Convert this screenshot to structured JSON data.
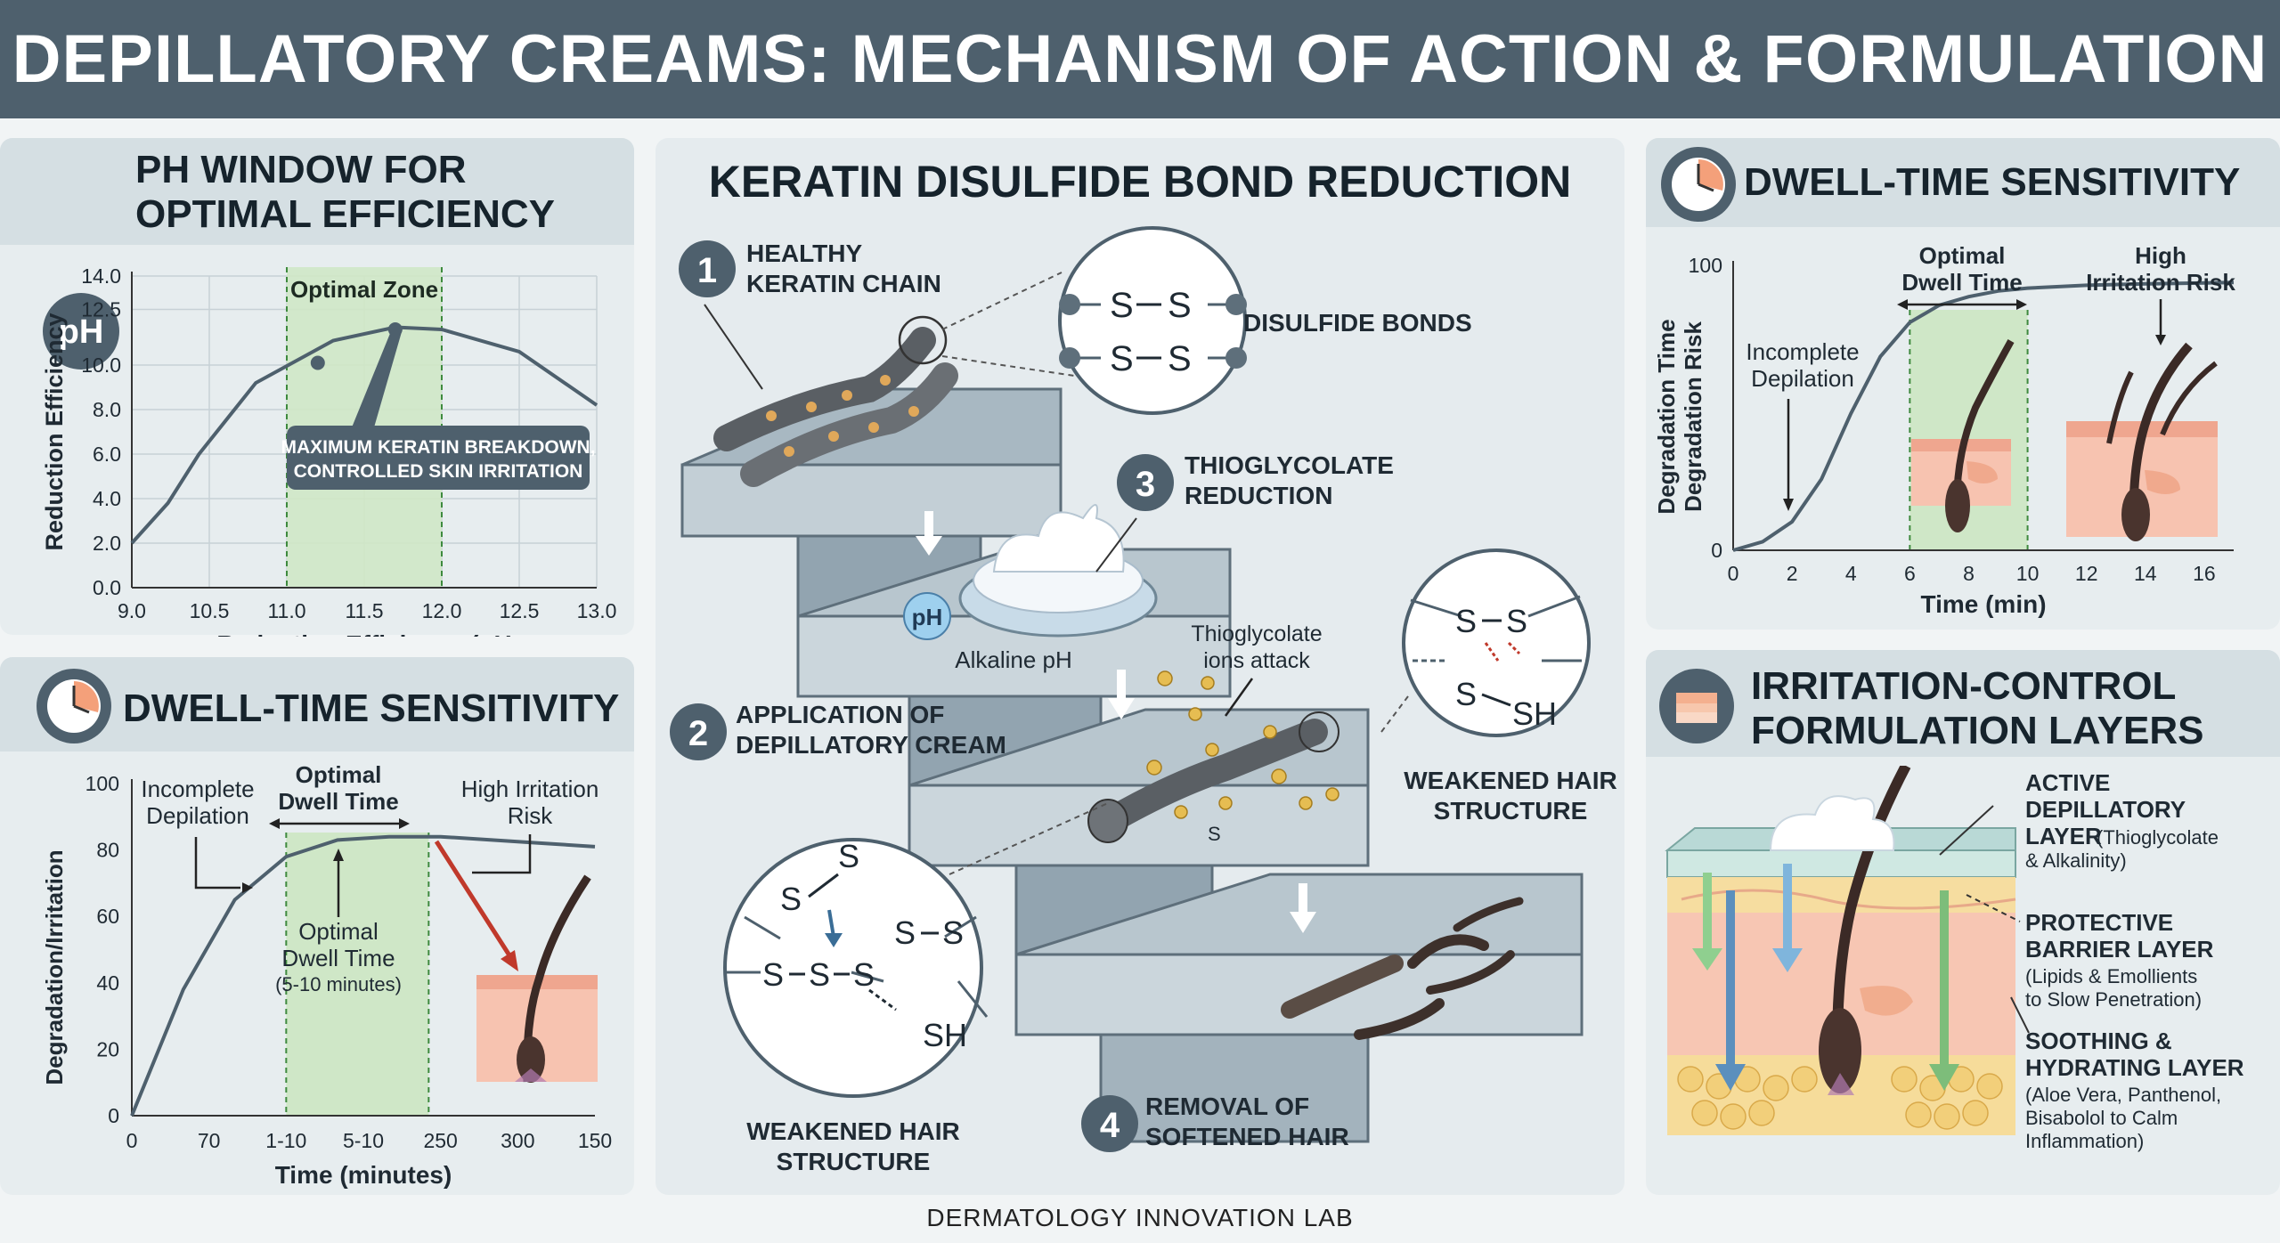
{
  "header": {
    "title": "DEPILLATORY CREAMS: MECHANISM OF ACTION & FORMULATION STRATEGY"
  },
  "footer": {
    "text": "DERMATOLOGY INNOVATION LAB"
  },
  "ph_panel": {
    "title_line1": "PH WINDOW FOR",
    "title_line2": "OPTIMAL EFFICIENCY",
    "icon_text": "pH",
    "zone_label": "Optimal Zone",
    "callout_line1": "MAXIMUM KERATIN BREAKDOWN,",
    "callout_line2": "CONTROLLED SKIN IRRITATION"
  },
  "dwell_left": {
    "title": "DWELL-TIME SENSITIVITY",
    "label_incomplete_1": "Incomplete",
    "label_incomplete_2": "Depilation",
    "label_optimal_1": "Optimal",
    "label_optimal_2": "Dwell Time",
    "label_risk_1": "High Irritation",
    "label_risk_2": "Risk",
    "inner_1": "Optimal",
    "inner_2": "Dwell Time",
    "inner_3": "(5-10 minutes)"
  },
  "center": {
    "title": "KERATIN DISULFIDE BOND REDUCTION",
    "step1_num": "1",
    "step1_l1": "HEALTHY",
    "step1_l2": "KERATIN CHAIN",
    "step2_num": "2",
    "step2_l1": "APPLICATION OF",
    "step2_l2": "DEPILLATORY CREAM",
    "step3_num": "3",
    "step3_l1": "THIOGLYCOLATE",
    "step3_l2": "REDUCTION",
    "step4_num": "4",
    "step4_l1": "REMOVAL OF",
    "step4_l2": "SOFTENED HAIR",
    "disulfide_label": "DISULFIDE BONDS",
    "bond_s": "S",
    "bond_sh": "SH",
    "ph_badge": "pH",
    "alkaline_label": "Alkaline pH",
    "attack_l1": "Thioglycolate",
    "attack_l2": "ions attack",
    "weak_right_l1": "WEAKENED HAIR",
    "weak_right_l2": "STRUCTURE",
    "weak_left_l1": "WEAKENED HAIR",
    "weak_left_l2": "STRUCTURE"
  },
  "dwell_right": {
    "title": "DWELL-TIME SENSITIVITY",
    "label_incomplete_1": "Incomplete",
    "label_incomplete_2": "Depilation",
    "label_optimal_1": "Optimal",
    "label_optimal_2": "Dwell Time",
    "label_risk_1": "High",
    "label_risk_2": "Irritation Risk"
  },
  "layers": {
    "title_line1": "IRRITATION-CONTROL",
    "title_line2": "FORMULATION LAYERS",
    "l1_t1": "ACTIVE",
    "l1_t2": "DEPILLATORY",
    "l1_t3": "LAYER",
    "l1_d1": "(Thioglycolate",
    "l1_d2": "& Alkalinity)",
    "l2_t1": "PROTECTIVE",
    "l2_t2": "BARRIER LAYER",
    "l2_d1": "(Lipids & Emollients",
    "l2_d2": "to Slow Penetration)",
    "l3_t1": "SOOTHING &",
    "l3_t2": "HYDRATING LAYER",
    "l3_d1": "(Aloe Vera, Panthenol,",
    "l3_d2": "Bisabolol to Calm",
    "l3_d3": "Inflammation)"
  },
  "chart_data": [
    {
      "type": "line",
      "id": "ph-window",
      "title": "PH WINDOW FOR OPTIMAL EFFICIENCY",
      "xlabel": "Reduction Efficiency (pH",
      "ylabel": "Reduction Efficiency",
      "xlim": [
        9.0,
        13.0
      ],
      "ylim": [
        0.0,
        14.0
      ],
      "xticks": [
        "9.0",
        "10.5",
        "11.0",
        "11.5",
        "12.0",
        "12.5",
        "13.0"
      ],
      "yticks": [
        "0.0",
        "2.0",
        "4.0",
        "6.0",
        "8.0",
        "10.0",
        "12.5",
        "14.0"
      ],
      "grid": true,
      "highlight_x": [
        11.0,
        12.0
      ],
      "x": [
        9.0,
        9.7,
        10.3,
        10.8,
        11.3,
        11.7,
        12.0,
        12.5,
        13.0
      ],
      "y": [
        2.0,
        3.8,
        6.0,
        9.2,
        11.1,
        11.7,
        11.6,
        10.6,
        8.2
      ],
      "marked_points": [
        [
          11.2,
          10.1
        ],
        [
          11.7,
          11.6
        ]
      ]
    },
    {
      "type": "line",
      "id": "dwell-left",
      "title": "DWELL-TIME SENSITIVITY",
      "xlabel": "Time (minutes)",
      "ylabel": "Degradation/Irritation",
      "ylim": [
        0,
        100
      ],
      "xticks": [
        "0",
        "70",
        "1-10",
        "5-10",
        "250",
        "300",
        "150"
      ],
      "yticks": [
        "0",
        "20",
        "40",
        "60",
        "80",
        "100"
      ],
      "highlight_tick_range": [
        2,
        4
      ],
      "curve_y": [
        0,
        38,
        65,
        78,
        83,
        84,
        84,
        83,
        82,
        81
      ]
    },
    {
      "type": "line",
      "id": "dwell-right",
      "title": "DWELL-TIME SENSITIVITY",
      "xlabel": "Time (min)",
      "ylabel_1": "Degradation Time",
      "ylabel_2": "Degradation Risk",
      "xlim": [
        0,
        17
      ],
      "ylim": [
        0,
        100
      ],
      "xticks": [
        "0",
        "2",
        "4",
        "6",
        "8",
        "10",
        "12",
        "14",
        "16"
      ],
      "yticks": [
        "0",
        "100"
      ],
      "highlight_x": [
        6,
        10
      ],
      "x": [
        0,
        1,
        2,
        3,
        4,
        5,
        6,
        7,
        8,
        9,
        10,
        12,
        14,
        17
      ],
      "y": [
        0,
        3,
        10,
        25,
        48,
        68,
        80,
        86,
        89,
        91,
        92,
        93,
        93.5,
        94
      ]
    }
  ]
}
